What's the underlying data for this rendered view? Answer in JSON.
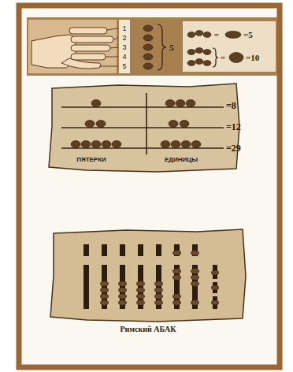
{
  "diagram": {
    "caption": "Римский АБАК",
    "labels": [
      "1",
      "2",
      "3",
      "4",
      "5",
      "5",
      "=",
      "=5",
      "=",
      "=10",
      "=8",
      "=12",
      "=29",
      "ПЯТЕРКИ",
      "ЕДИНИЦЫ"
    ]
  }
}
